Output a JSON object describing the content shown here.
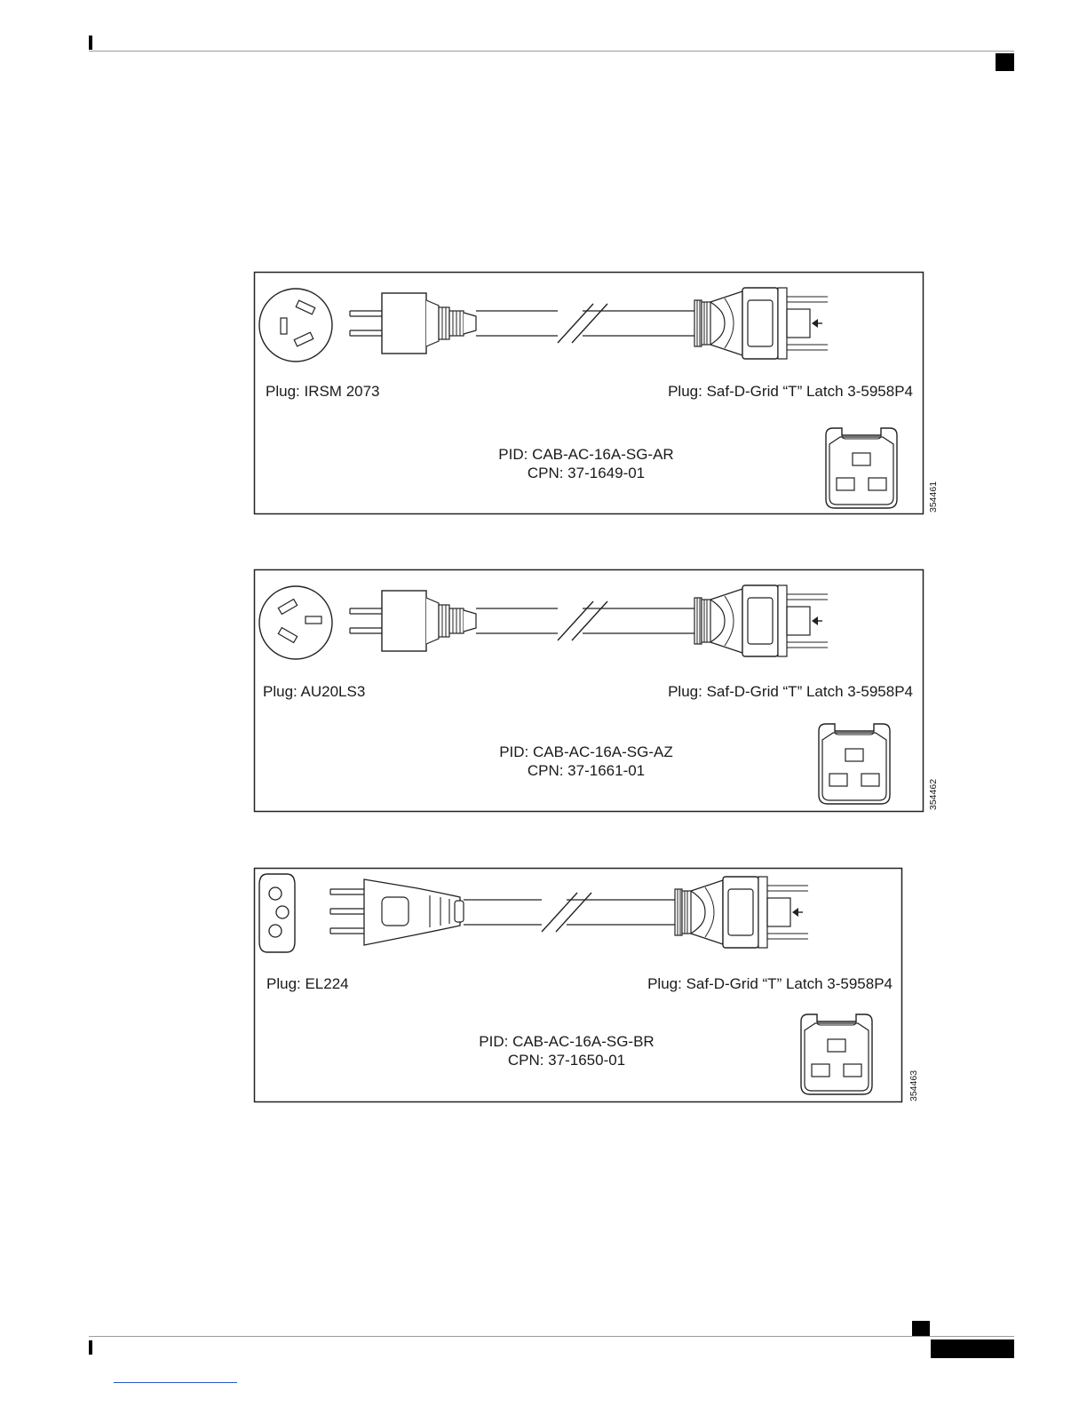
{
  "figures": [
    {
      "plug_left": "Plug: IRSM 2073",
      "plug_right": "Plug: Saf-D-Grid “T” Latch 3-5958P4",
      "pid": "PID: CAB-AC-16A-SG-AR",
      "cpn": "CPN: 37-1649-01",
      "figure_number": "354461"
    },
    {
      "plug_left": "Plug: AU20LS3",
      "plug_right": "Plug: Saf-D-Grid “T” Latch 3-5958P4",
      "pid": "PID: CAB-AC-16A-SG-AZ",
      "cpn": "CPN: 37-1661-01",
      "figure_number": "354462"
    },
    {
      "plug_left": "Plug: EL224",
      "plug_right": "Plug: Saf-D-Grid “T” Latch 3-5958P4",
      "pid": "PID: CAB-AC-16A-SG-BR",
      "cpn": "CPN: 37-1650-01",
      "figure_number": "354463"
    }
  ]
}
